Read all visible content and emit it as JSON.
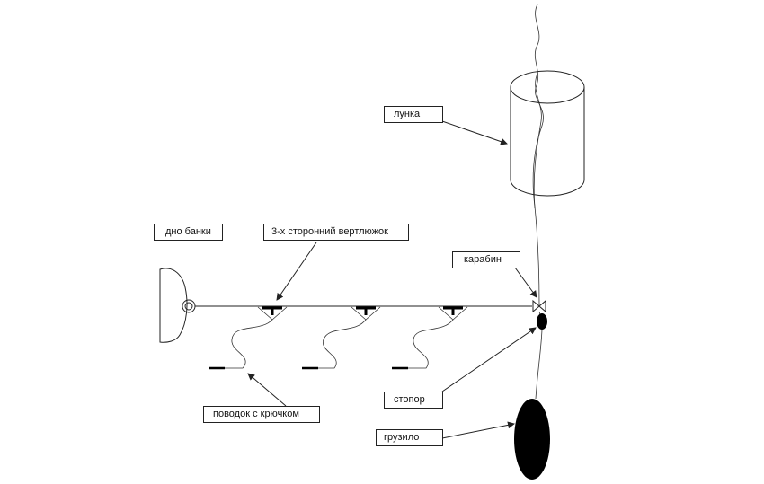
{
  "labels": {
    "hole": "лунка",
    "can_bottom": "дно банки",
    "swivel": "3-х сторонний вертлюжок",
    "carabiner": "карабин",
    "leader": "поводок с крючком",
    "stopper": "стопор",
    "sinker": "грузило"
  },
  "colors": {
    "line": "#222222",
    "sinker": "#000000"
  }
}
